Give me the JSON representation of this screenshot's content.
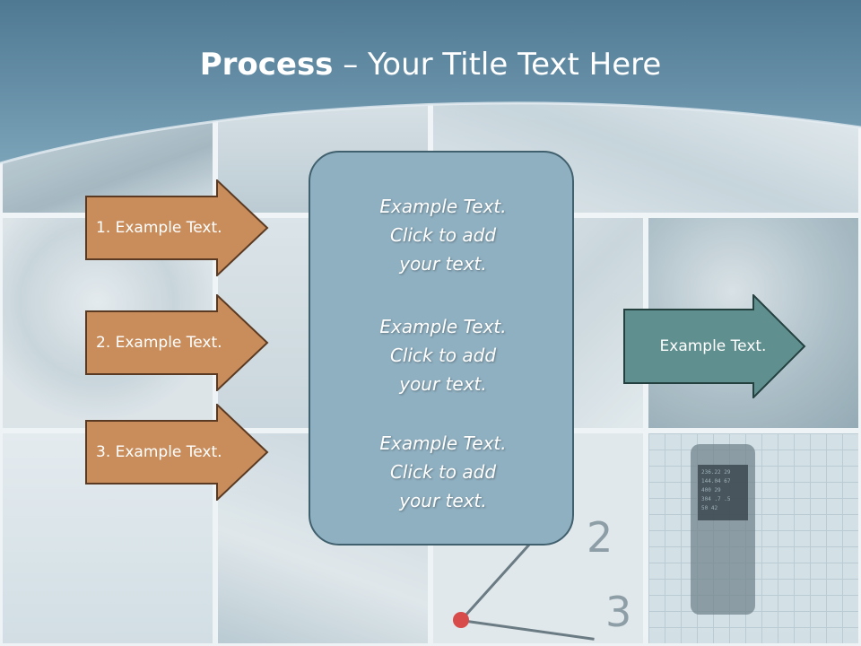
{
  "slide": {
    "title_bold": "Process",
    "title_rest": " – Your Title Text Here"
  },
  "left_steps": [
    {
      "label": "1. Example Text."
    },
    {
      "label": "2. Example Text."
    },
    {
      "label": "3. Example Text."
    }
  ],
  "center_panel": {
    "blocks": [
      {
        "line1": "Example Text.",
        "line2": "Click  to add",
        "line3": "your text."
      },
      {
        "line1": "Example Text.",
        "line2": "Click  to add",
        "line3": "your text."
      },
      {
        "line1": "Example Text.",
        "line2": "Click  to add",
        "line3": "your text."
      }
    ]
  },
  "right_arrow": {
    "label": "Example Text."
  },
  "background": {
    "clock_numbers": [
      "2",
      "3"
    ],
    "phone_readout": [
      "236.22 29",
      "144.04 67",
      "400 29",
      "304 .7 .5",
      "50 42"
    ]
  },
  "colors": {
    "header": "#5f8ba2",
    "step_arrow_fill": "#c98d5c",
    "step_arrow_border": "#5a3a22",
    "panel_fill": "#8fb0c1",
    "right_arrow_fill": "#5f8f8e"
  }
}
